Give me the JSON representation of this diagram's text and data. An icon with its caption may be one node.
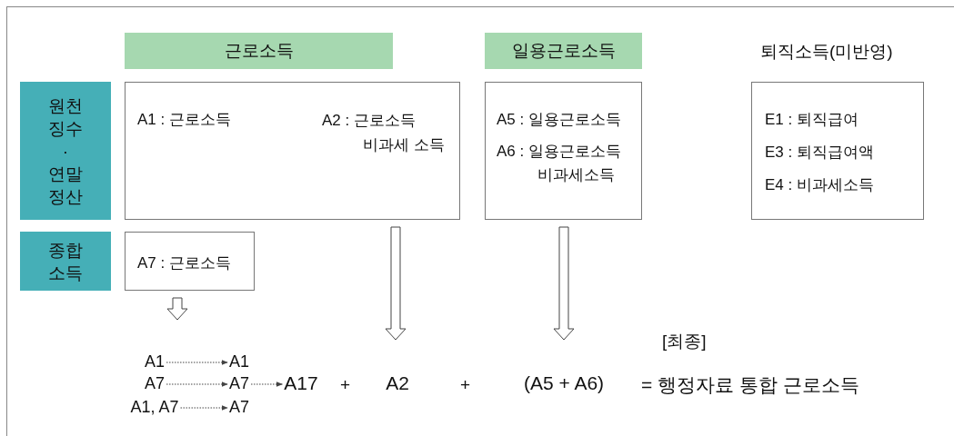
{
  "diagram": {
    "nodes": [
      {
        "text": [
          "근로소득"
        ]
      },
      {
        "text": [
          "일용근로소득"
        ]
      },
      {
        "text": [
          "원천 징수 · 연말 정산"
        ]
      },
      {
        "text": [
          "A1 : 근로소득",
          "A2 : 근로소득 비과세 소득"
        ]
      },
      {
        "text": [
          "A5 : 일용근로소득",
          "A6 : 일용근로소득 비과세소득"
        ]
      },
      {
        "text": [
          "E1 : 퇴직급여",
          "E3 : 퇴직급여액",
          "E4 : 비과세소득"
        ]
      },
      {
        "text": [
          "종합 소득"
        ]
      },
      {
        "text": [
          "A7 : 근로소득"
        ]
      },
      {
        "text": [
          "A1"
        ]
      },
      {
        "text": [
          "A1"
        ]
      },
      {
        "text": [
          "A7"
        ]
      },
      {
        "text": [
          "A7"
        ]
      },
      {
        "text": [
          "A17"
        ]
      },
      {
        "text": [
          "A1, A7"
        ]
      },
      {
        "text": [
          "A7"
        ]
      },
      {
        "text": [
          "A2"
        ]
      },
      {
        "text": [
          "(A5 + A6)"
        ]
      }
    ],
    "edges": [
      {
        "from": 7,
        "to": 8,
        "arrow": "to",
        "style": "thick"
      },
      {
        "from": 3,
        "to": 15,
        "arrow": "to",
        "style": "thick"
      },
      {
        "from": 4,
        "to": 16,
        "arrow": "to",
        "style": "thick"
      },
      {
        "from": 8,
        "to": 9,
        "arrow": "to",
        "style": "dashed"
      },
      {
        "from": 10,
        "to": 11,
        "arrow": "to",
        "style": "dashed"
      },
      {
        "from": 13,
        "to": 14,
        "arrow": "to",
        "style": "dashed"
      },
      {
        "from": 11,
        "to": 12,
        "arrow": "to",
        "style": "dashed"
      }
    ],
    "labels": [
      "퇴직소득(미반영)",
      "[최종]",
      "+",
      "+",
      "= 행정자료 통합 근로소득"
    ]
  }
}
